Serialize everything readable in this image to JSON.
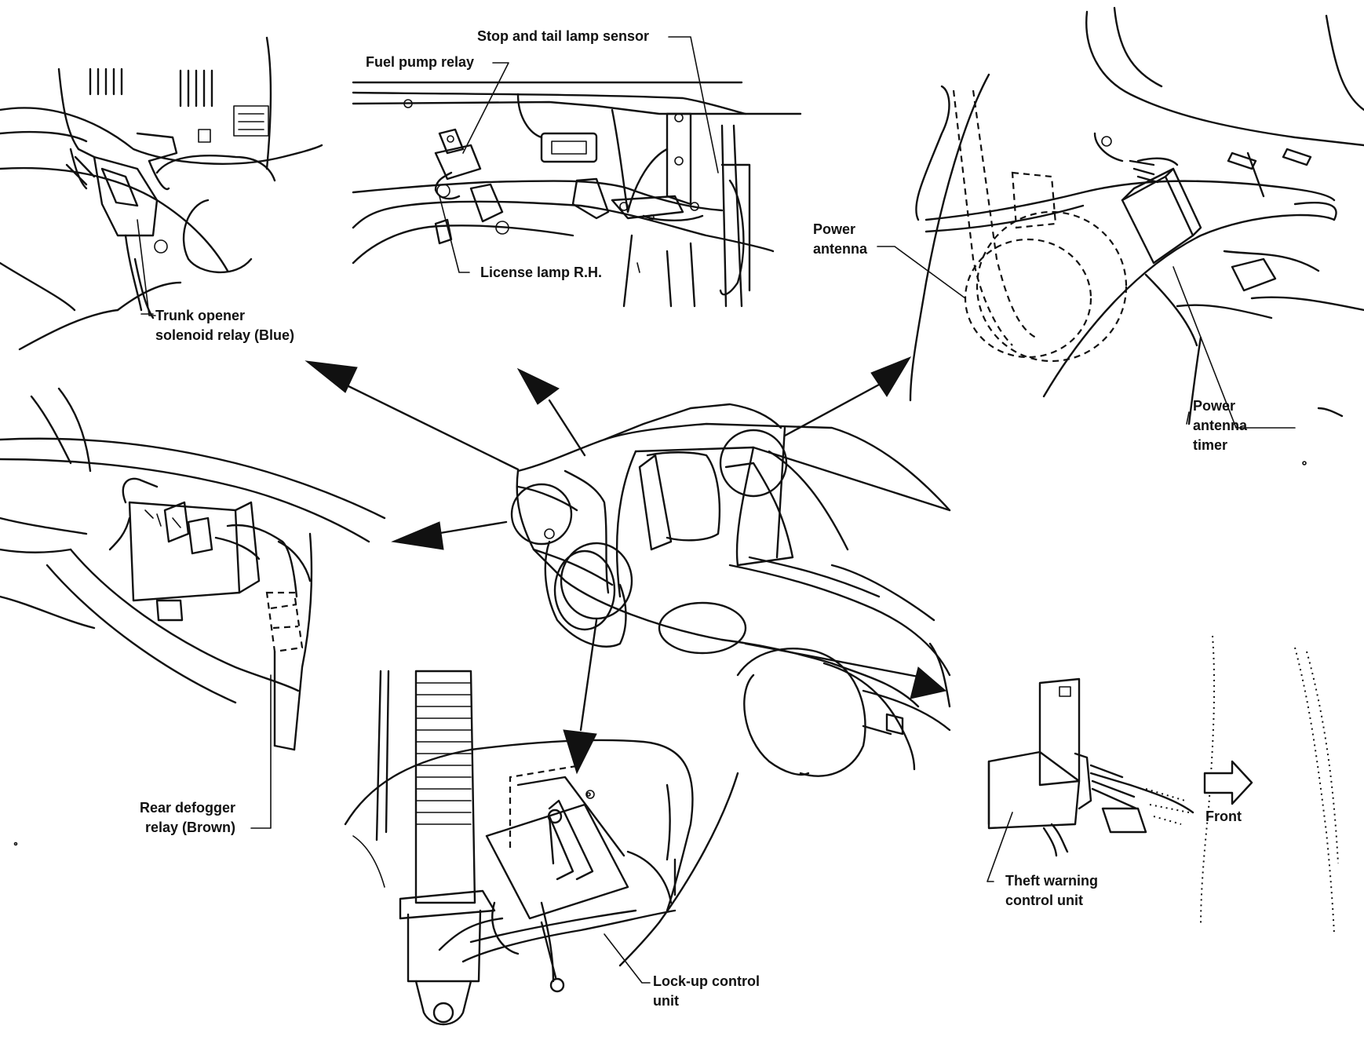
{
  "labels": {
    "stop_tail_sensor": "Stop and tail lamp sensor",
    "fuel_pump_relay": "Fuel pump relay",
    "license_lamp": "License lamp R.H.",
    "trunk_opener": "Trunk opener\nsolenoid relay (Blue)",
    "power_antenna": "Power\nantenna",
    "power_antenna_timer": "Power\nantenna\ntimer",
    "rear_defogger": "Rear defogger\nrelay (Brown)",
    "lockup_control": "Lock-up control\nunit",
    "theft_warning": "Theft warning\ncontrol unit",
    "front": "Front"
  },
  "colors": {
    "ink": "#111111",
    "paper": "#ffffff"
  },
  "icons": {
    "direction": "arrow-right-icon"
  }
}
